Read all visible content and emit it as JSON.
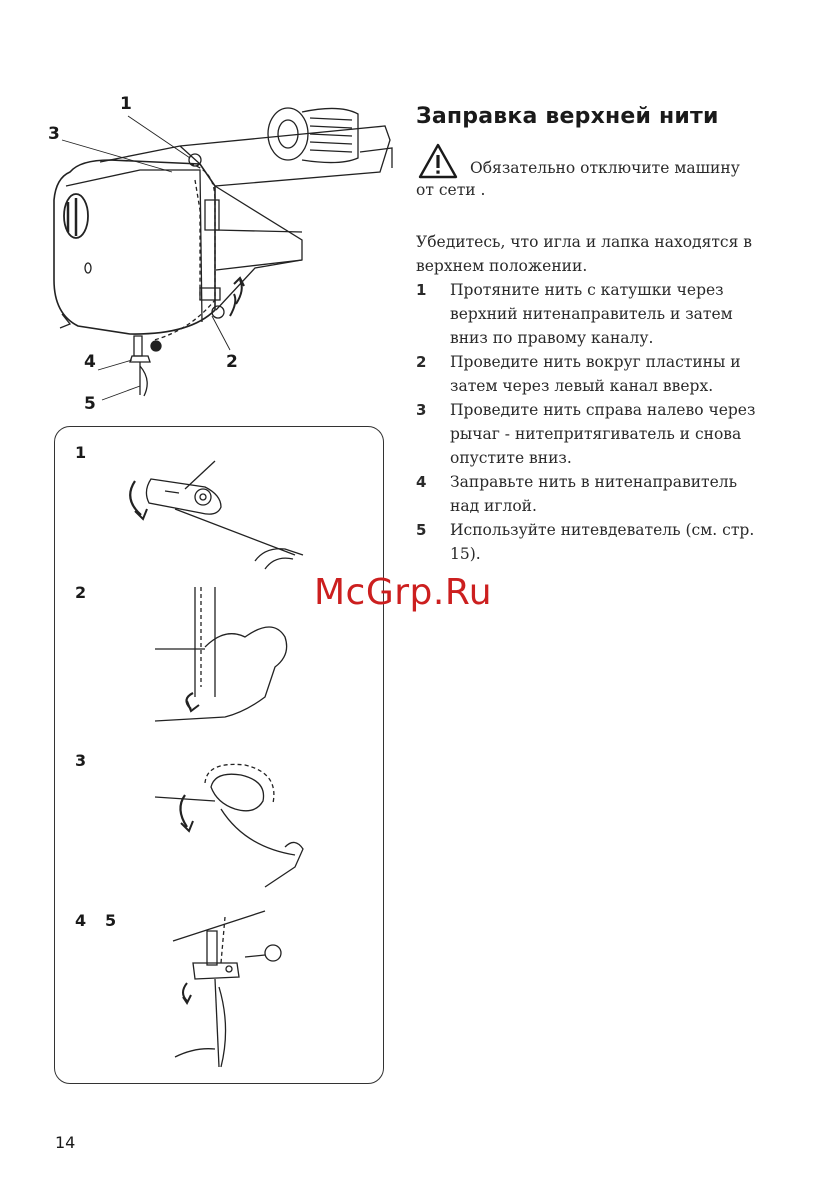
{
  "heading": "Заправка верхней нити",
  "warning": {
    "icon": "warning-triangle-icon",
    "text": "Обязательно отключите машину от сети ."
  },
  "intro": "Убедитесь, что игла и лапка находятся в верхнем положении.",
  "steps": [
    {
      "num": "1",
      "text": "Протяните нить с катушки через верхний нитенаправитель и затем вниз по правому каналу."
    },
    {
      "num": "2",
      "text": "Проведите нить вокруг пластины и затем через левый канал вверх."
    },
    {
      "num": "3",
      "text": "Проведите нить справа налево через рычаг - нитепритягиватель и снова опустите вниз."
    },
    {
      "num": "4",
      "text": "Заправьте нить в нитенаправитель над иглой."
    },
    {
      "num": "5",
      "text": "Используйте нитевдеватель (см. стр. 15)."
    }
  ],
  "main_figure_callouts": [
    "1",
    "3",
    "4",
    "2",
    "5"
  ],
  "panel_labels": [
    "1",
    "2",
    "3",
    "4",
    "5"
  ],
  "watermark": "McGrp.Ru",
  "page_number": "14"
}
